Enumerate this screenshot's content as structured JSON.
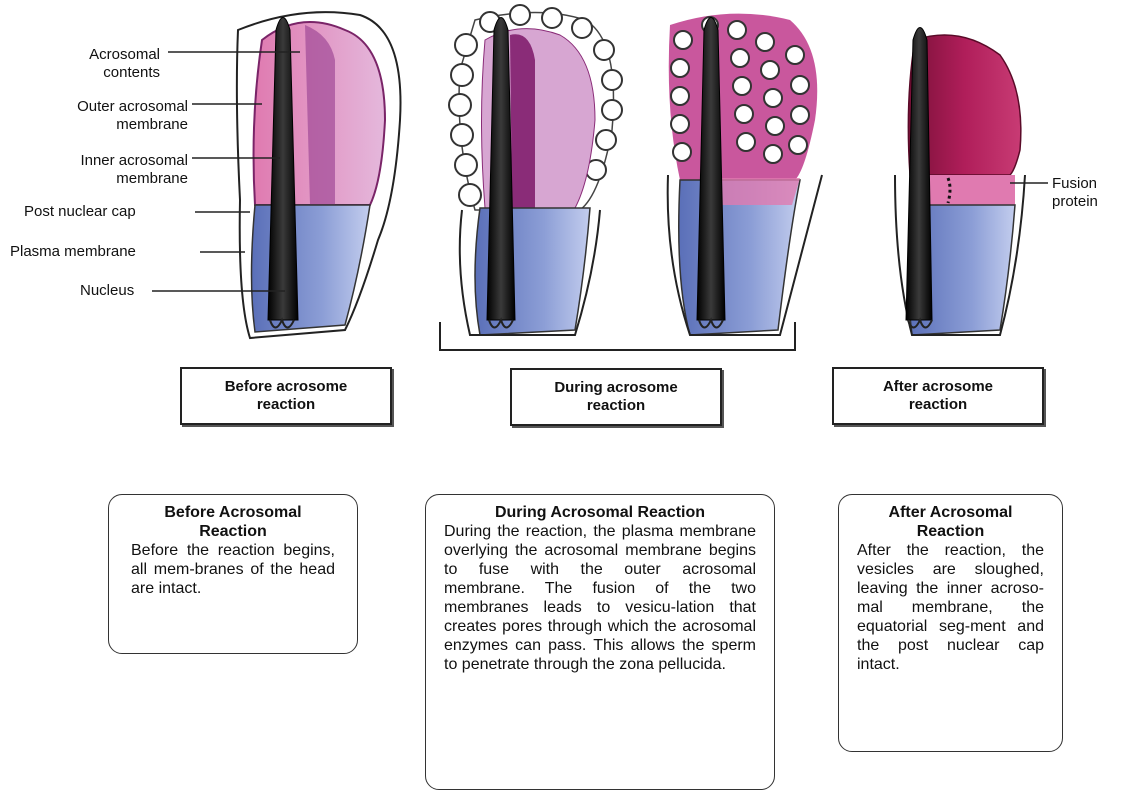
{
  "labels": {
    "acrosomal_contents": "Acrosomal\ncontents",
    "outer_acrosomal_membrane": "Outer acrosomal\nmembrane",
    "inner_acrosomal_membrane": "Inner acrosomal\nmembrane",
    "post_nuclear_cap": "Post nuclear cap",
    "plasma_membrane": "Plasma membrane",
    "nucleus": "Nucleus",
    "fusion_protein": "Fusion\nprotein"
  },
  "stages": {
    "before": "Before acrosome\nreaction",
    "during": "During acrosome\nreaction",
    "after": "After acrosome\nreaction"
  },
  "descriptions": {
    "before": {
      "title": "Before Acrosomal\nReaction",
      "body": "Before the reaction begins, all mem-branes of the head are intact."
    },
    "during": {
      "title": "During Acrosomal Reaction",
      "body": "During the reaction, the plasma membrane overlying the acrosomal membrane begins to fuse with the outer acrosomal membrane.  The fusion of the two membranes leads to vesicu-lation that creates pores through which the acrosomal enzymes can pass. This allows the sperm to penetrate through the zona pellucida."
    },
    "after": {
      "title": "After Acrosomal\nReaction",
      "body": "After the reaction, the vesicles are sloughed, leaving the inner acroso-mal membrane, the equatorial seg-ment and the post nuclear cap intact."
    }
  },
  "colors": {
    "acrosome_pink": "#e07ab0",
    "acrosome_light": "#d7a6d2",
    "acrosome_dark": "#8a2c78",
    "post_nuclear_blue": "#8c9ed6",
    "nucleus_black": "#1a1a1a",
    "after_magenta": "#b01e5a"
  }
}
